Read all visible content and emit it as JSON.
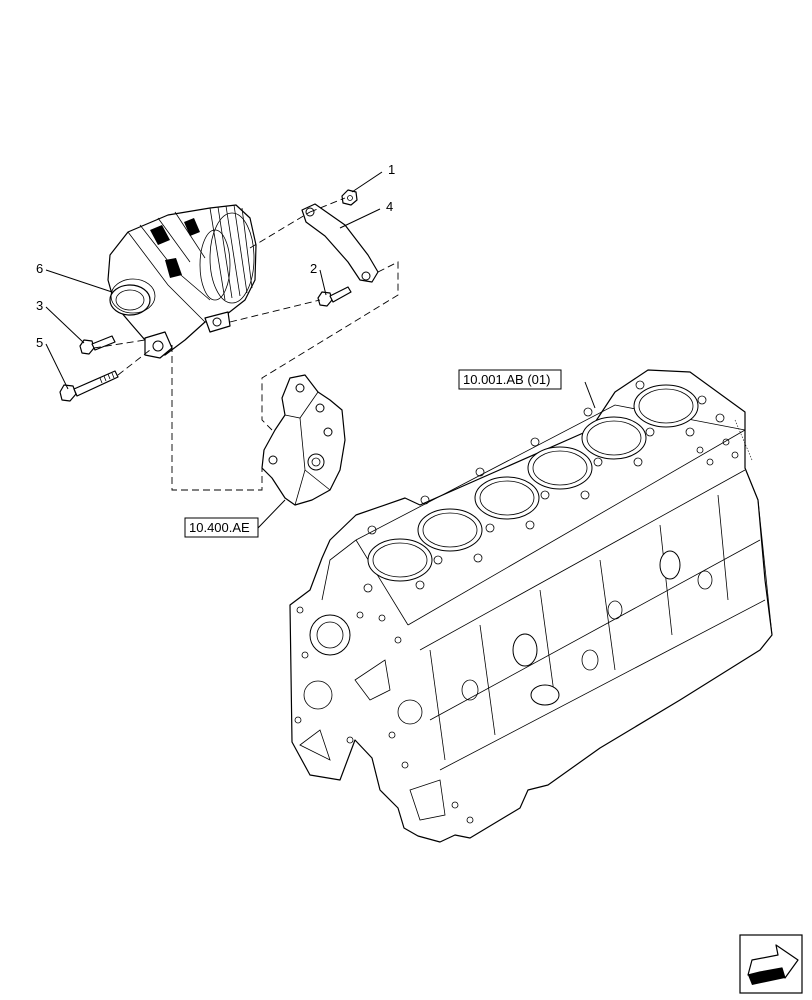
{
  "callouts": {
    "c1": "1",
    "c2": "2",
    "c3": "3",
    "c4": "4",
    "c5": "5",
    "c6": "6"
  },
  "references": {
    "block": "10.001.AB (01)",
    "bracket": "10.400.AE"
  },
  "nav": {
    "icon": "arrow-pointer-icon"
  }
}
